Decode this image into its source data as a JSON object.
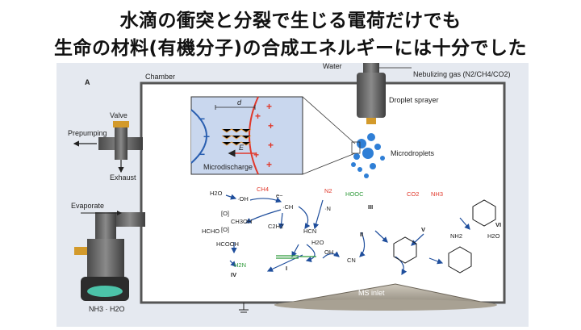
{
  "headline": {
    "line1": "水滴の衝突と分裂で生じる電荷だけでも",
    "line2": "生命の材料(有機分子)の合成エネルギーには十分でした"
  },
  "figure": {
    "panel_label": "A",
    "chamber_label": "Chamber",
    "water_label": "Water",
    "nebulizing_gas_label": "Nebulizing gas (N2/CH4/CO2)",
    "droplet_sprayer_label": "Droplet sprayer",
    "microdroplets_label": "Microdroplets",
    "valve_label": "Valve",
    "prepumping_label": "Prepumping",
    "exhaust_label": "Exhaust",
    "evaporate_label": "Evaporate",
    "nh3_label": "NH3 · H2O",
    "ms_inlet_label": "MS inlet",
    "inset": {
      "d_label": "d",
      "e_label": "E",
      "microdischarge_label": "Microdischarge"
    },
    "chem": {
      "h2o": "H2O",
      "oh_radical": "·OH",
      "ch4": "CH4",
      "e_minus": "e−",
      "ch_radical": "·CH",
      "n2": "N2",
      "n_radical": "·N",
      "o_bracket1": "[O]",
      "ch3oh": "CH3OH",
      "o_bracket2": "[O]",
      "hcho": "HCHO",
      "hcooh": "HCOOH",
      "c2h2": "C2H2",
      "hcn": "HCN",
      "glycine_label": "IV",
      "nitrile_label": "I",
      "h2o_2": "H2O",
      "oh_2": "OH",
      "cn": "CN",
      "label_ii": "II",
      "label_iii": "III",
      "label_v": "V",
      "label_vi": "VI",
      "hooc": "HOOC",
      "co2": "CO2",
      "nh3": "NH3",
      "nh2": "NH2",
      "h2n": "H2N",
      "h2o_3": "H2O"
    }
  },
  "colors": {
    "positive": "#e0382b",
    "negative": "#2a5fb0",
    "green": "#2e9a3a",
    "blue_arrow": "#1f4e9c",
    "metal": "#666666",
    "accent_gold": "#d39a2b",
    "teal": "#4cc3a9"
  }
}
